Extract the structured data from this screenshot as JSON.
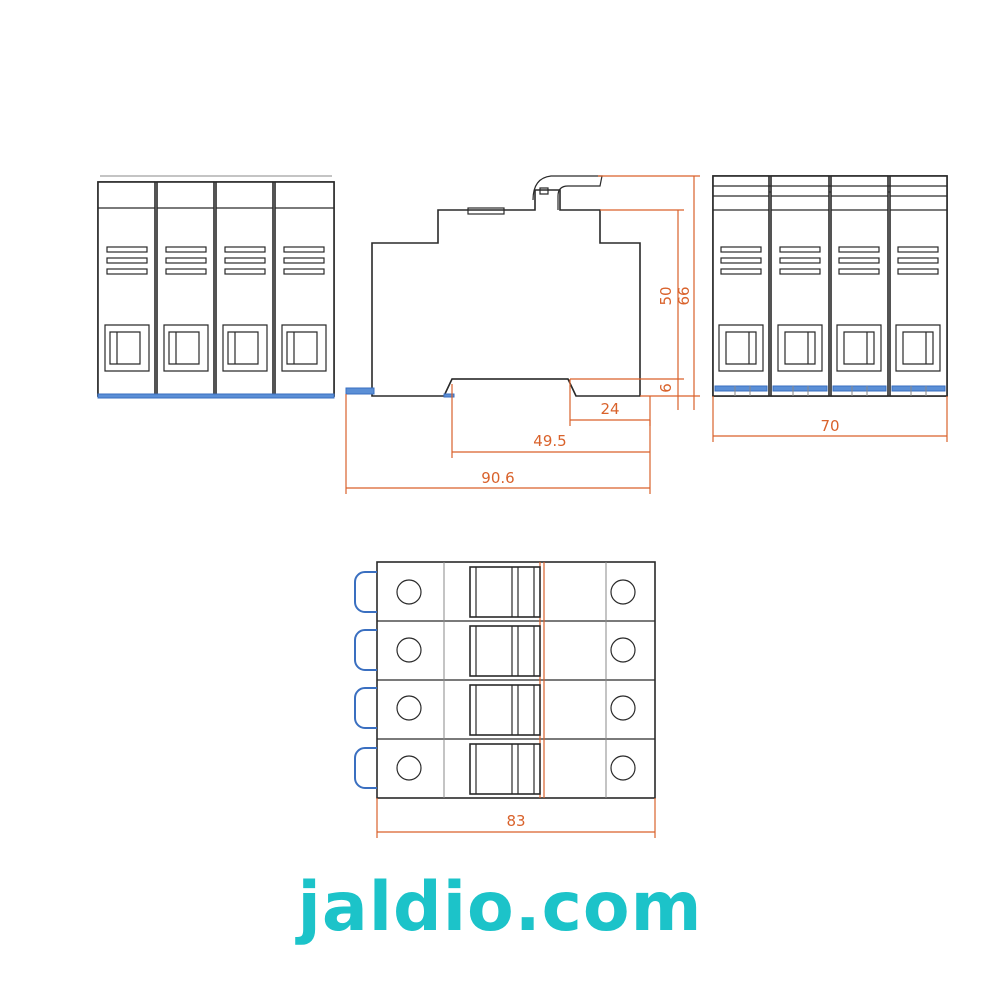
{
  "dimensions": {
    "d66": "66",
    "d50": "50",
    "d6": "6",
    "d24": "24",
    "d49_5": "49.5",
    "d90_6": "90.6",
    "d70": "70",
    "d83": "83"
  },
  "colors": {
    "dimension": "#d9622b",
    "outline": "#2a2a2a",
    "rail": "#5b8fd6",
    "watermark": "#1cc3c9"
  },
  "watermark": "jaldio.com"
}
